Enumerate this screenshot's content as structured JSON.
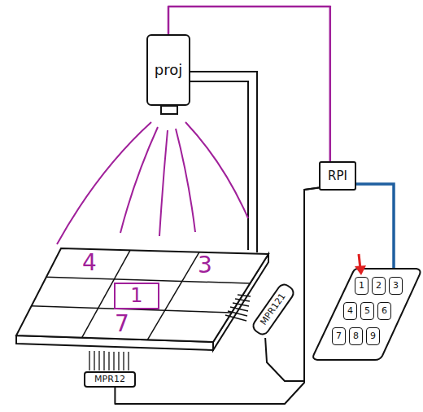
{
  "diagram": {
    "nodes": [
      {
        "text": [
          "proj"
        ]
      },
      {
        "text": [
          "RPI"
        ]
      },
      {
        "text": [
          "1"
        ]
      },
      {
        "text": [
          "MPR121"
        ]
      },
      {
        "text": [
          "1"
        ]
      },
      {
        "text": [
          "2"
        ]
      },
      {
        "text": [
          "3"
        ]
      },
      {
        "text": [
          "4"
        ]
      },
      {
        "text": [
          "5"
        ]
      },
      {
        "text": [
          "6"
        ]
      },
      {
        "text": [
          "7"
        ]
      },
      {
        "text": [
          "8"
        ]
      },
      {
        "text": [
          "9"
        ]
      },
      {
        "text": [
          "MPR12"
        ]
      }
    ],
    "edges": [
      {
        "from": 0,
        "to": 1,
        "arrow": "none"
      },
      {
        "from": 1,
        "to": 13,
        "arrow": "none"
      },
      {
        "from": 3,
        "to": 1,
        "arrow": "none"
      }
    ],
    "labels": [
      "4",
      "3",
      "7"
    ]
  }
}
